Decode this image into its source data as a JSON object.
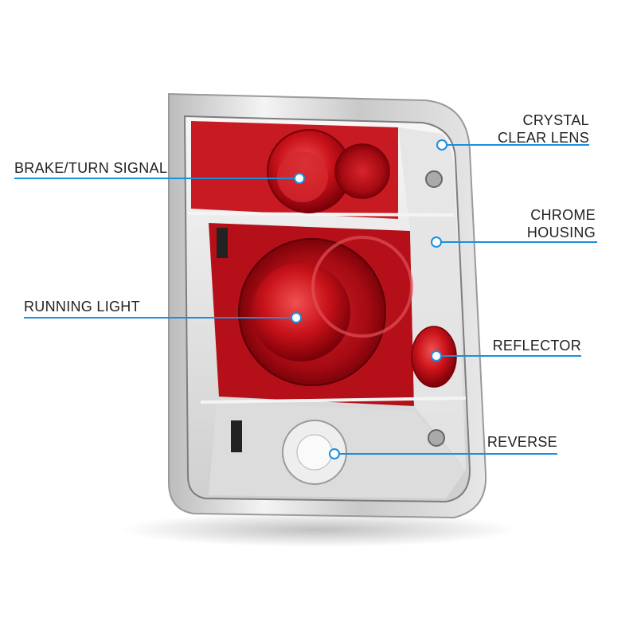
{
  "diagram": {
    "accent_color": "#1a8fe0",
    "callouts": [
      {
        "id": "crystal-clear-lens",
        "lines": [
          "CRYSTAL",
          "CLEAR LENS"
        ]
      },
      {
        "id": "brake-turn-signal",
        "lines": [
          "BRAKE/TURN SIGNAL"
        ]
      },
      {
        "id": "chrome-housing",
        "lines": [
          "CHROME",
          "HOUSING"
        ]
      },
      {
        "id": "running-light",
        "lines": [
          "RUNNING LIGHT"
        ]
      },
      {
        "id": "reflector",
        "lines": [
          "REFLECTOR"
        ]
      },
      {
        "id": "reverse",
        "lines": [
          "REVERSE"
        ]
      }
    ]
  }
}
